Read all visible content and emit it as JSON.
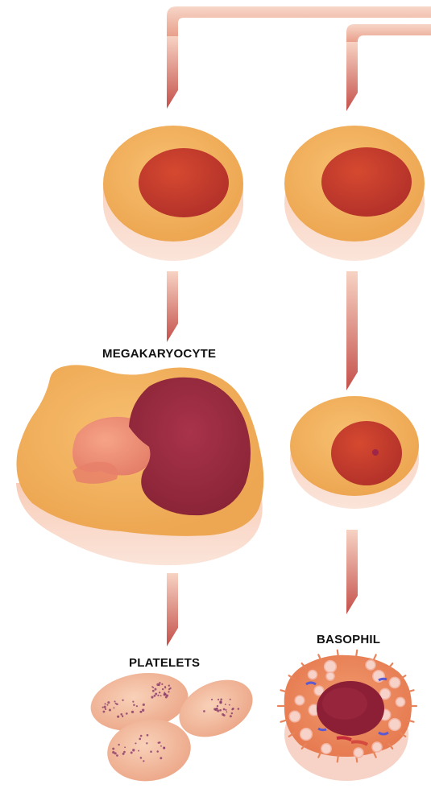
{
  "labels": {
    "megakaryocyte": "MEGAKARYOCYTE",
    "platelets": "PLATELETS",
    "basophil": "BASOPHIL"
  },
  "colors": {
    "background": "#ffffff",
    "arrow_light": "#f4c4b2",
    "arrow_dark": "#c7564c",
    "cytoplasm": "#f2b45e",
    "cytoplasm_edge": "#f6c8b3",
    "nucleus": "#c23c2c",
    "nucleus_dark": "#8f2636",
    "platelet": "#f1b89a",
    "platelet_dots": "#8a3a6a",
    "granule": "#f7d2c9"
  },
  "icons": [
    "progenitor-cell",
    "megakaryocyte-cell",
    "platelet",
    "basophil-cell",
    "lineage-arrow"
  ]
}
